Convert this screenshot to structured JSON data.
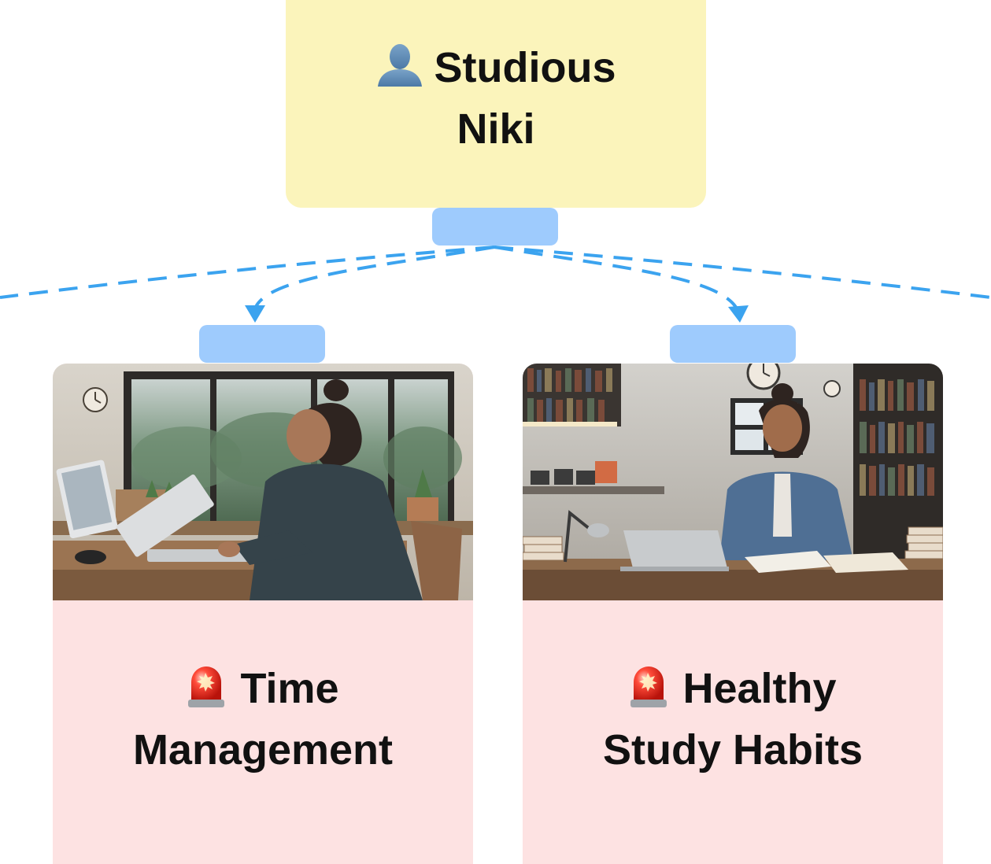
{
  "root": {
    "icon": "user-silhouette-icon",
    "title_line1": "Studious",
    "title_line2": "Niki"
  },
  "children": [
    {
      "icon": "siren-icon",
      "title_line1": "Time",
      "title_line2": "Management",
      "image": "person-working-at-laptop-by-window-photo"
    },
    {
      "icon": "siren-icon",
      "title_line1": "Healthy",
      "title_line2": "Study Habits",
      "image": "person-studying-in-library-photo"
    }
  ],
  "colors": {
    "root_fill": "#fbf4bb",
    "child_fill": "#fde2e2",
    "tag_fill": "#9ecbfd",
    "connector": "#3ba3ef"
  }
}
